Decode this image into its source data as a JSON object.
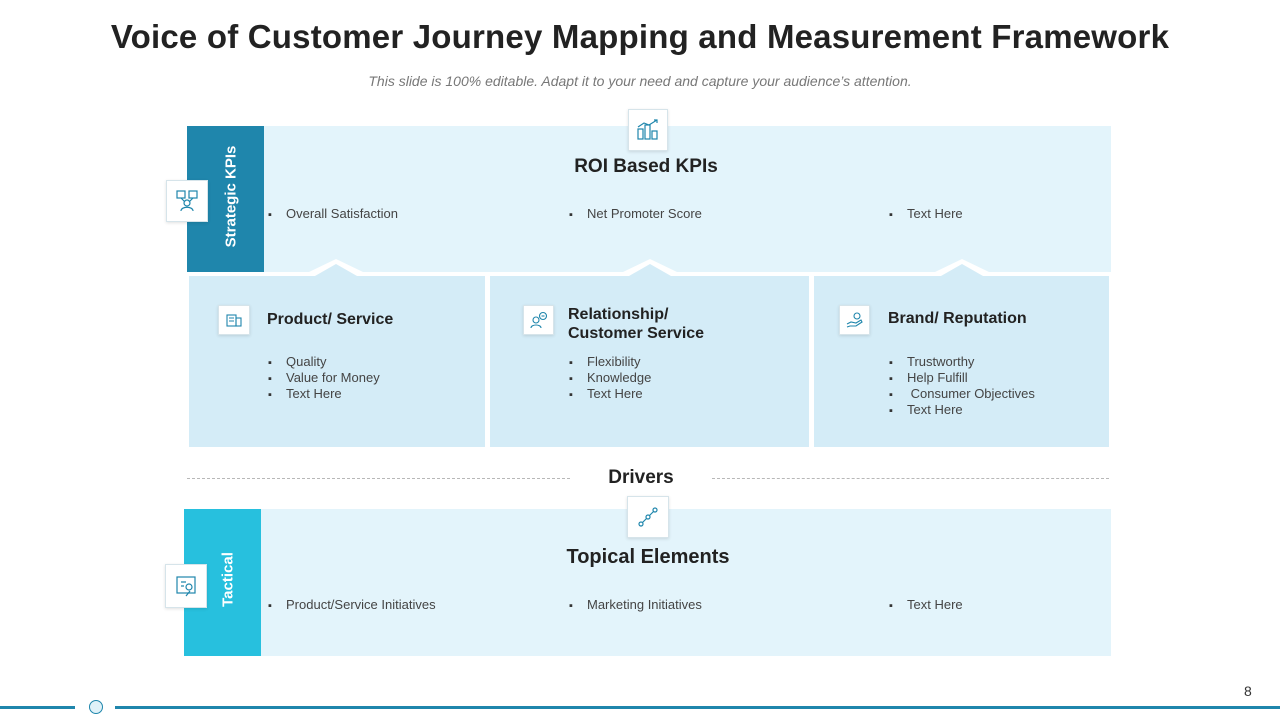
{
  "title": "Voice of Customer Journey Mapping and Measurement Framework",
  "subtitle": "This slide is 100% editable. Adapt it to your need and capture your audience’s attention.",
  "strategic": {
    "label": "Strategic KPIs",
    "heading": "ROI Based KPIs",
    "items": [
      "Overall  Satisfaction",
      "Net Promoter Score",
      "Text Here"
    ],
    "icon": "strategy-people-icon",
    "heading_icon": "building-chart-icon"
  },
  "drivers": {
    "label": "Drivers",
    "boxes": [
      {
        "title": "Product/ Service",
        "icon": "product-box-icon",
        "items": [
          "Quality",
          "Value for Money",
          "Text Here"
        ]
      },
      {
        "title_line1": "Relationship/",
        "title_line2": "Customer Service",
        "icon": "customer-service-icon",
        "items": [
          "Flexibility",
          "Knowledge",
          "Text Here"
        ]
      },
      {
        "title": "Brand/ Reputation",
        "icon": "hand-coin-icon",
        "items": [
          "Trustworthy",
          "Help Fulfill",
          " Consumer Objectives",
          "Text Here"
        ]
      }
    ]
  },
  "tactical": {
    "label": "Tactical",
    "heading": "Topical Elements",
    "items": [
      "Product/Service Initiatives",
      "Marketing Initiatives",
      "Text Here"
    ],
    "icon": "tactical-board-icon",
    "heading_icon": "route-path-icon"
  },
  "page_number": "8",
  "colors": {
    "strategic": "#1f86ac",
    "tactical": "#27c0de",
    "panel": "#e3f4fb",
    "driver": "#d4ecf7"
  }
}
